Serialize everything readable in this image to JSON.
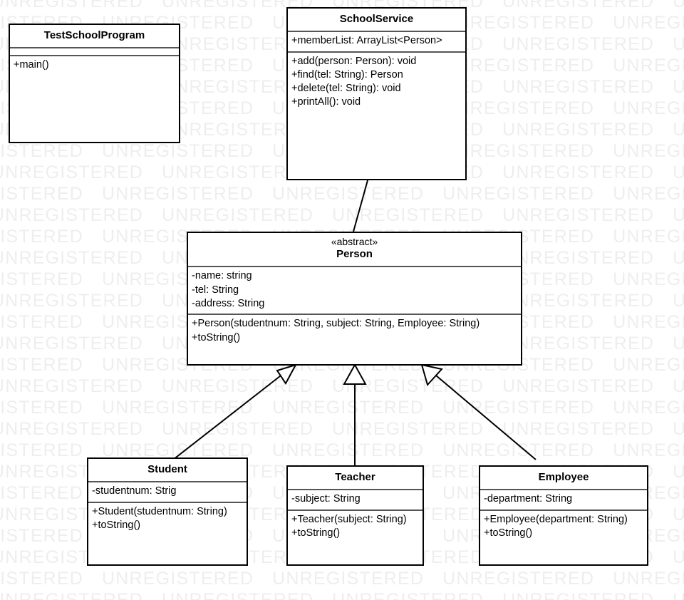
{
  "diagram": {
    "type": "uml-class-diagram",
    "title": "School Management UML Class Diagram",
    "watermark": "UNREGISTERED",
    "background_color": "#ffffff",
    "line_color": "#000000",
    "watermark_color": "#eeeeee",
    "divider_color": "#555555"
  },
  "classes": {
    "test_school_program": {
      "name": "TestSchoolProgram",
      "stereotype": "",
      "attributes": [],
      "operations": [
        "+main()"
      ]
    },
    "school_service": {
      "name": "SchoolService",
      "stereotype": "",
      "attributes": [
        "+memberList: ArrayList<Person>"
      ],
      "operations": [
        "+add(person: Person): void",
        "+find(tel: String): Person",
        "+delete(tel: String): void",
        "+printAll(): void"
      ]
    },
    "person": {
      "name": "Person",
      "stereotype": "«abstract»",
      "attributes": [
        "-name: string",
        "-tel: String",
        "-address: String"
      ],
      "operations": [
        "+Person(studentnum: String, subject: String, Employee: String)",
        "+toString()"
      ]
    },
    "student": {
      "name": "Student",
      "stereotype": "",
      "attributes": [
        "-studentnum: Strig"
      ],
      "operations": [
        "+Student(studentnum: String)",
        "+toString()"
      ]
    },
    "teacher": {
      "name": "Teacher",
      "stereotype": "",
      "attributes": [
        "-subject: String"
      ],
      "operations": [
        "+Teacher(subject: String)",
        "+toString()"
      ]
    },
    "employee": {
      "name": "Employee",
      "stereotype": "",
      "attributes": [
        "-department: String"
      ],
      "operations": [
        "+Employee(department: String)",
        "+toString()"
      ]
    }
  },
  "relationships": [
    {
      "kind": "association",
      "from": "SchoolService",
      "to": "Person"
    },
    {
      "kind": "generalization",
      "from": "Student",
      "to": "Person"
    },
    {
      "kind": "generalization",
      "from": "Teacher",
      "to": "Person"
    },
    {
      "kind": "generalization",
      "from": "Employee",
      "to": "Person"
    }
  ]
}
